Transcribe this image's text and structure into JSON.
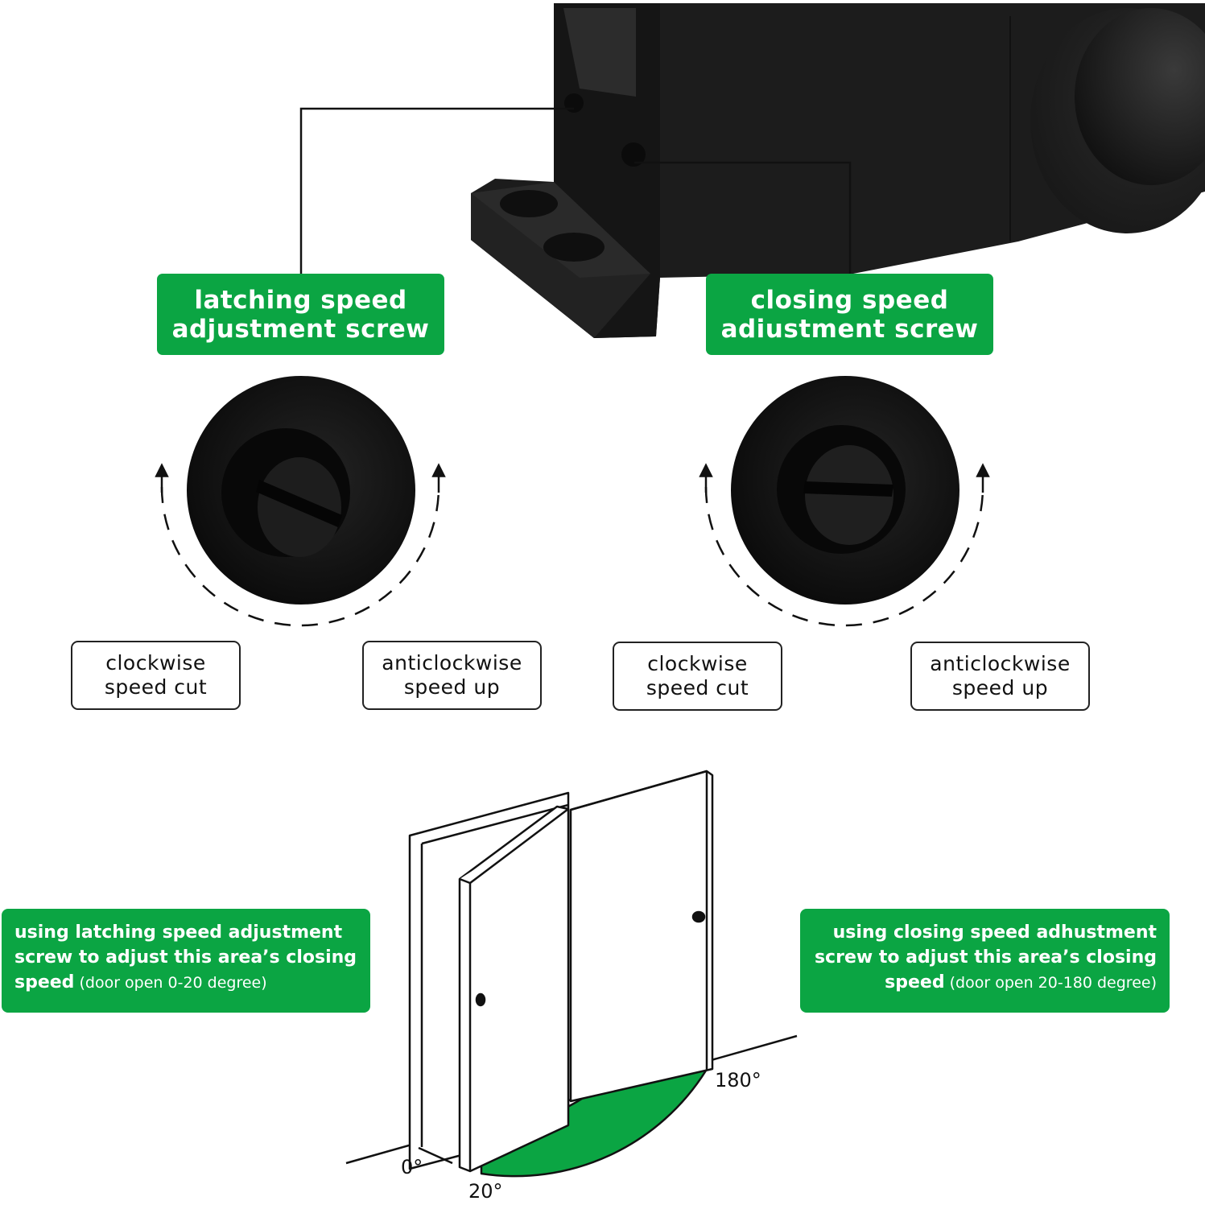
{
  "callouts": {
    "latching": {
      "line1": "latching speed",
      "line2": "adjustment screw"
    },
    "closing": {
      "line1": "closing speed",
      "line2": "adiustment screw"
    }
  },
  "direction_labels": {
    "left_clockwise": {
      "line1": "clockwise",
      "line2": "speed cut"
    },
    "left_anticlockwise": {
      "line1": "anticlockwise",
      "line2": "speed up"
    },
    "right_clockwise": {
      "line1": "clockwise",
      "line2": "speed cut"
    },
    "right_anticlockwise": {
      "line1": "anticlockwise",
      "line2": "speed up"
    }
  },
  "notes": {
    "left": {
      "line1": "using latching speed adjustment",
      "line2": "screw to adjust this area’s closing",
      "line3_bold": "speed",
      "line3_sub": " (door open 0-20 degree)"
    },
    "right": {
      "line1": "using closing speed adhustment",
      "line2": "screw to adjust this area’s closing",
      "line3_bold": "speed",
      "line3_sub": " (door open 20-180 degree)"
    }
  },
  "angles": {
    "start": "0°",
    "latch_end": "20°",
    "full_open": "180°"
  },
  "colors": {
    "accent_green": "#0ba543",
    "device_black": "#1c1c1c"
  }
}
